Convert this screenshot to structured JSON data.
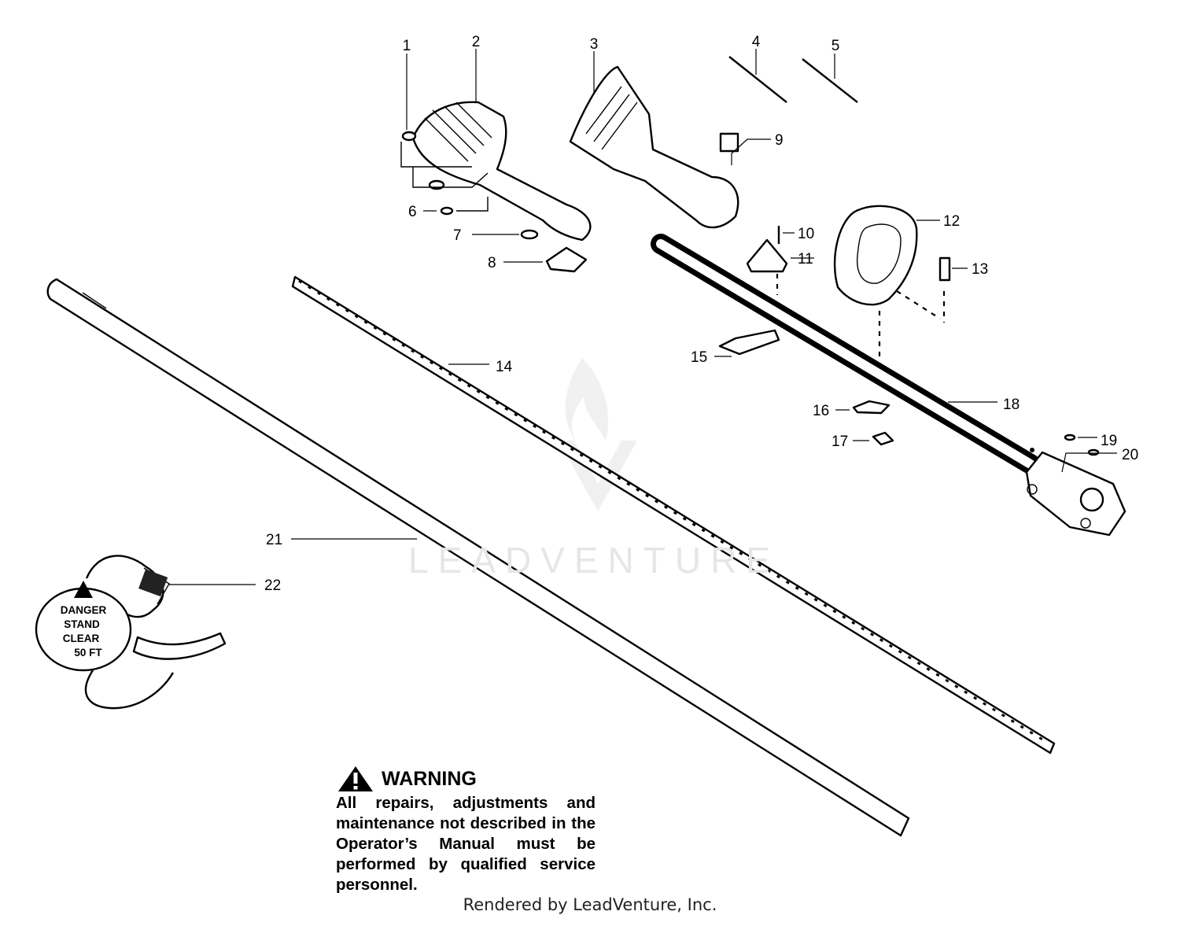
{
  "callouts": [
    "1",
    "2",
    "3",
    "4",
    "5",
    "6",
    "7",
    "8",
    "9",
    "10",
    "11",
    "12",
    "13",
    "14",
    "15",
    "16",
    "17",
    "18",
    "19",
    "20",
    "21",
    "22"
  ],
  "decal": {
    "line1": "DANGER",
    "line2": "STAND",
    "line3": "CLEAR",
    "line4": "50 FT"
  },
  "warning": {
    "title": "WARNING",
    "body": "All repairs, adjustments and maintenance not described in the Operator’s Manual must be performed by qualified service personnel."
  },
  "watermark": "LEADVENTURE",
  "footer": "Rendered by LeadVenture, Inc.",
  "icons": [
    "warning-triangle-icon",
    "flame-logo-icon"
  ]
}
